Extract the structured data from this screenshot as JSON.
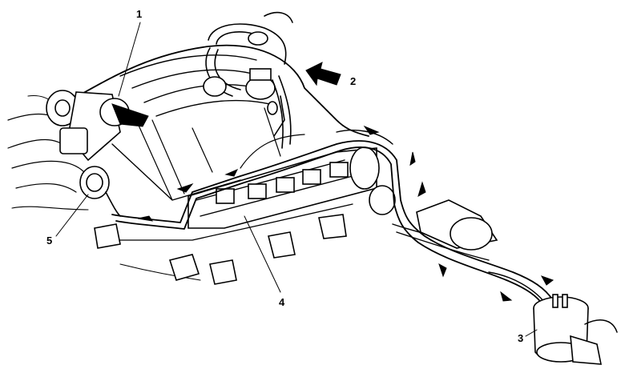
{
  "callouts": {
    "c1": "1",
    "c2": "2",
    "c3": "3",
    "c4": "4",
    "c5": "5"
  },
  "colors": {
    "ink": "#000000",
    "paper": "#ffffff"
  },
  "icons": {
    "direction": "flow-arrow-icon",
    "front": "front-arrow-icon"
  }
}
